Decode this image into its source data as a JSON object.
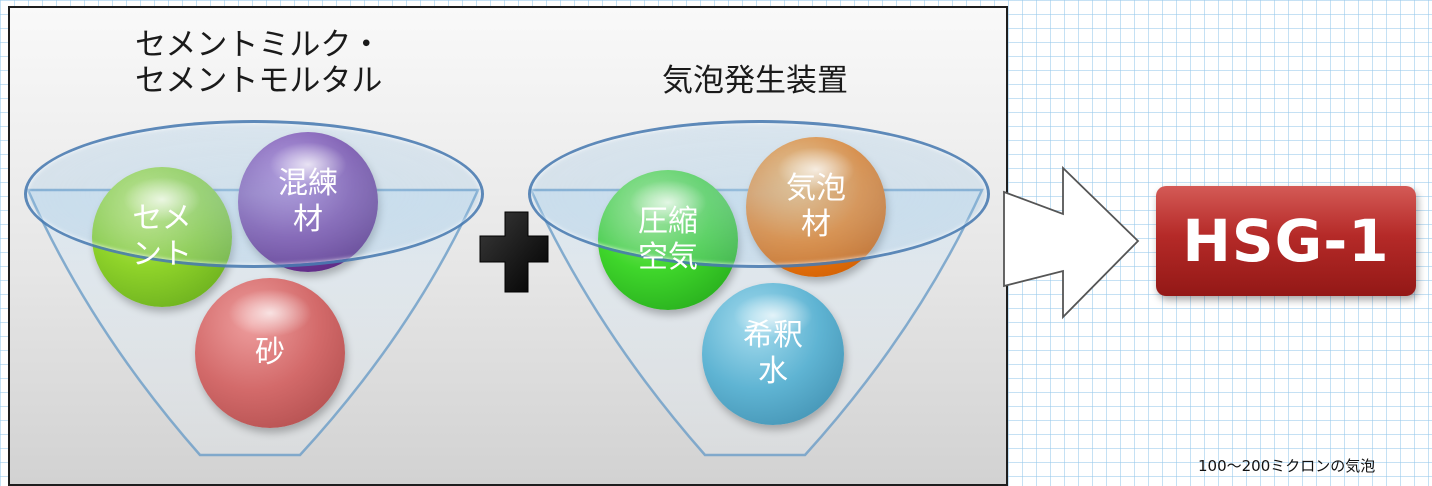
{
  "left_group": {
    "heading_line1": "セメントミルク・",
    "heading_line2": "セメントモルタル",
    "balls": [
      {
        "label": "セメ\nント",
        "color": "#8fd32a"
      },
      {
        "label": "混練\n材",
        "color": "#7a3fa3"
      },
      {
        "label": "砂",
        "color": "#d36a6a"
      }
    ]
  },
  "right_group": {
    "heading": "気泡発生装置",
    "balls": [
      {
        "label": "圧縮\n空気",
        "color": "#3fd62b"
      },
      {
        "label": "気泡\n材",
        "color": "#f07a10"
      },
      {
        "label": "希釈\n水",
        "color": "#5fb4d3"
      }
    ]
  },
  "operator": "plus-icon",
  "flow_arrow": "right-arrow-icon",
  "product": {
    "label": "HSG-1",
    "color": "#b52a28"
  },
  "caption": "100～200ミクロンの気泡"
}
